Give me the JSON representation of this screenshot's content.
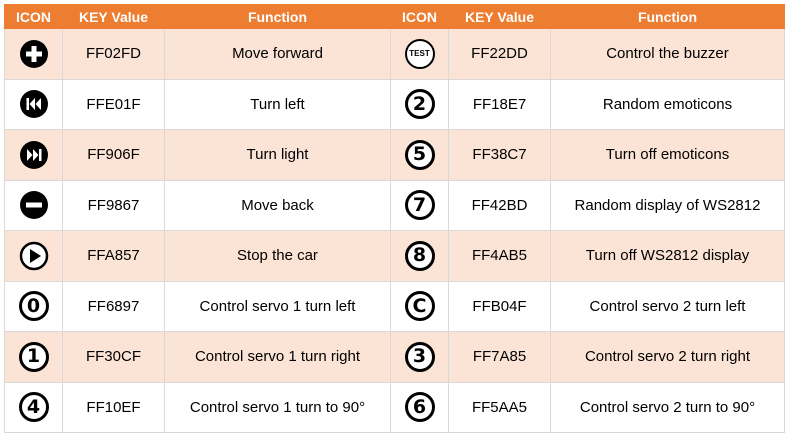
{
  "header": {
    "icon_left": "ICON",
    "key_left": "KEY Value",
    "function_left": "Function",
    "icon_right": "ICON",
    "key_right": "KEY Value",
    "function_right": "Function"
  },
  "colors": {
    "header_bg": "#ed7d31",
    "header_text": "#ffffff",
    "row_alt_bg": "#fbe4d5",
    "row_bg": "#ffffff"
  },
  "rows": [
    {
      "left": {
        "icon": "plus-circle-icon",
        "key": "FF02FD",
        "function": "Move forward"
      },
      "right": {
        "icon": "test-circle-icon",
        "icon_text": "TEST",
        "key": "FF22DD",
        "function": "Control the buzzer"
      }
    },
    {
      "left": {
        "icon": "rewind-circle-icon",
        "key": "FFE01F",
        "function": "Turn left"
      },
      "right": {
        "icon": "number-2-circle-icon",
        "icon_text": "2",
        "key": "FF18E7",
        "function": "Random emoticons"
      }
    },
    {
      "left": {
        "icon": "fast-forward-circle-icon",
        "key": "FF906F",
        "function": "Turn light"
      },
      "right": {
        "icon": "number-5-circle-icon",
        "icon_text": "5",
        "key": "FF38C7",
        "function": "Turn off emoticons"
      }
    },
    {
      "left": {
        "icon": "minus-circle-icon",
        "key": "FF9867",
        "function": "Move back"
      },
      "right": {
        "icon": "number-7-circle-icon",
        "icon_text": "7",
        "key": "FF42BD",
        "function": "Random display of WS2812"
      }
    },
    {
      "left": {
        "icon": "play-circle-icon",
        "key": "FFA857",
        "function": "Stop the car"
      },
      "right": {
        "icon": "number-8-circle-icon",
        "icon_text": "8",
        "key": "FF4AB5",
        "function": "Turn off WS2812 display"
      }
    },
    {
      "left": {
        "icon": "number-0-circle-icon",
        "icon_text": "0",
        "key": "FF6897",
        "function": "Control servo 1 turn left"
      },
      "right": {
        "icon": "letter-c-circle-icon",
        "icon_text": "C",
        "key": "FFB04F",
        "function": "Control servo 2 turn left"
      }
    },
    {
      "left": {
        "icon": "number-1-circle-icon",
        "icon_text": "1",
        "key": "FF30CF",
        "function": "Control servo 1 turn right"
      },
      "right": {
        "icon": "number-3-circle-icon",
        "icon_text": "3",
        "key": "FF7A85",
        "function": "Control servo 2 turn right"
      }
    },
    {
      "left": {
        "icon": "number-4-circle-icon",
        "icon_text": "4",
        "key": "FF10EF",
        "function": "Control servo 1 turn to 90°"
      },
      "right": {
        "icon": "number-6-circle-icon",
        "icon_text": "6",
        "key": "FF5AA5",
        "function": "Control servo 2 turn to 90°"
      }
    }
  ]
}
